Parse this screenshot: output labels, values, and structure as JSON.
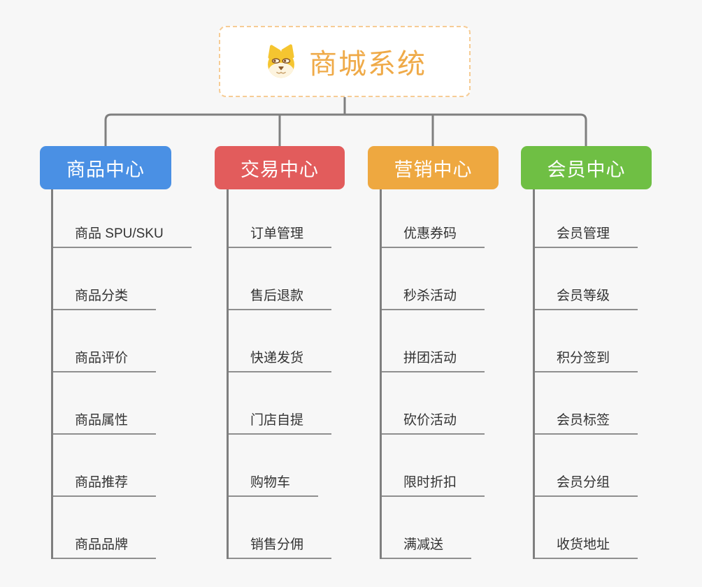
{
  "root": {
    "title": "商城系统",
    "icon": "shiba-dog-face"
  },
  "branches": [
    {
      "label": "商品中心",
      "color": "#4A90E4",
      "items": [
        "商品 SPU/SKU",
        "商品分类",
        "商品评价",
        "商品属性",
        "商品推荐",
        "商品品牌"
      ]
    },
    {
      "label": "交易中心",
      "color": "#E25C5C",
      "items": [
        "订单管理",
        "售后退款",
        "快递发货",
        "门店自提",
        "购物车",
        "销售分佣"
      ]
    },
    {
      "label": "营销中心",
      "color": "#EEA840",
      "items": [
        "优惠券码",
        "秒杀活动",
        "拼团活动",
        "砍价活动",
        "限时折扣",
        "满减送"
      ]
    },
    {
      "label": "会员中心",
      "color": "#6FBF44",
      "items": [
        "会员管理",
        "会员等级",
        "积分签到",
        "会员标签",
        "会员分组",
        "收货地址"
      ]
    }
  ],
  "colors": {
    "background": "#f7f7f7",
    "connector": "#7f7f7f",
    "underline": "#8f8f8f",
    "item_text": "#333333",
    "root_text": "#EFAA48",
    "root_border": "#F6CC95"
  }
}
